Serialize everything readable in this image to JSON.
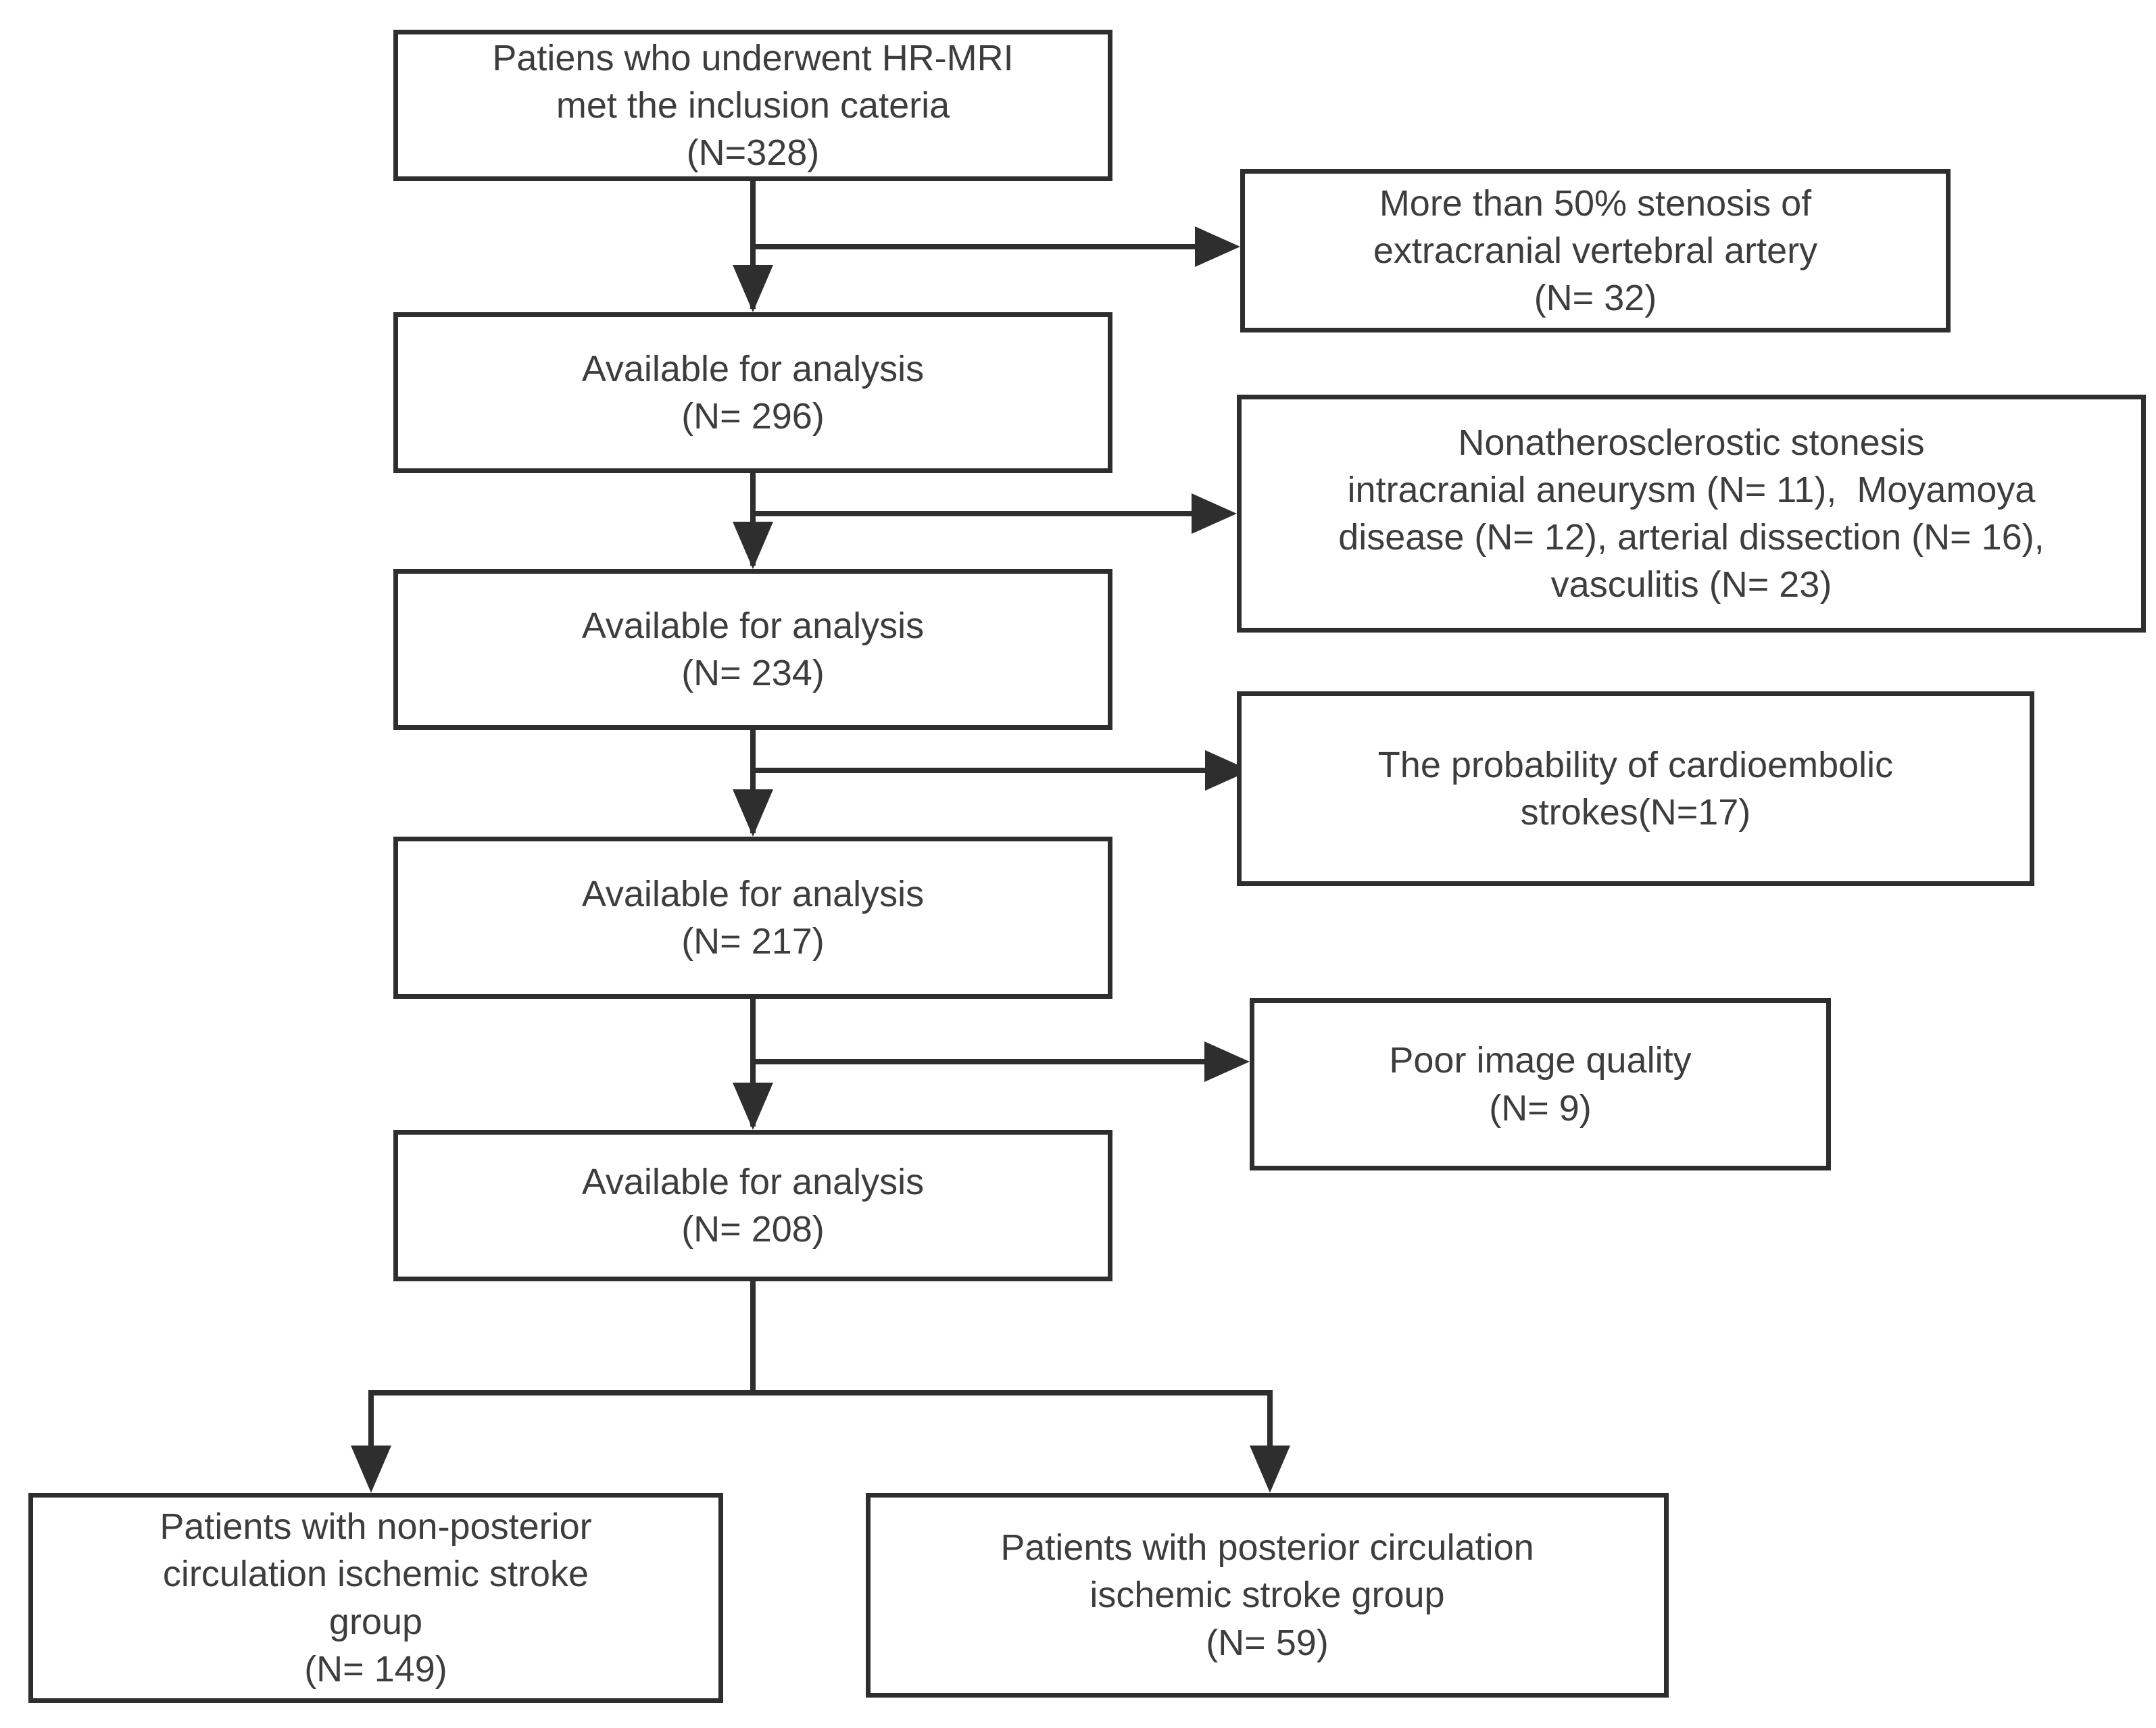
{
  "figure": {
    "type": "flowchart",
    "description": "Patient selection flow diagram for HR-MRI study"
  },
  "colors": {
    "line": "#2e2e2e",
    "box_border": "#2e2e2e",
    "text": "#3d3d3d",
    "box_background": "#ffffff"
  },
  "nodes": {
    "inclusion": {
      "text": "Patiens who underwent HR-MRI\nmet the inclusion cateria\n(N=328)",
      "n": 328
    },
    "excluded_stenosis": {
      "text": "More than 50% stenosis of\nextracranial vertebral artery\n(N= 32)",
      "n": 32
    },
    "available_296": {
      "text": "Available for analysis\n(N= 296)",
      "n": 296
    },
    "excluded_nonatherosclerotic": {
      "text": "Nonatherosclerostic stonesis\nintracranial aneurysm (N= 11),  Moyamoya\ndisease (N= 12), arterial dissection (N= 16),\nvasculitis (N= 23)",
      "n_intracranial_aneurysm": 11,
      "n_moyamoya_disease": 12,
      "n_arterial_dissection": 16,
      "n_vasculitis": 23
    },
    "available_234": {
      "text": "Available for analysis\n(N= 234)",
      "n": 234
    },
    "excluded_cardioembolic": {
      "text": "The probability of cardioembolic\nstrokes(N=17)",
      "n": 17
    },
    "available_217": {
      "text": "Available for analysis\n(N= 217)",
      "n": 217
    },
    "excluded_poor_image": {
      "text": "Poor image quality\n(N= 9)",
      "n": 9
    },
    "available_208": {
      "text": "Available for analysis\n(N= 208)",
      "n": 208
    },
    "non_posterior_group": {
      "text": "Patients with non-posterior\ncirculation ischemic stroke\ngroup\n(N= 149)",
      "n": 149
    },
    "posterior_group": {
      "text": "Patients with posterior circulation\nischemic stroke group\n(N= 59)",
      "n": 59
    }
  },
  "edges": [
    {
      "from": "inclusion",
      "to": "available_296"
    },
    {
      "from": "inclusion",
      "to": "excluded_stenosis"
    },
    {
      "from": "available_296",
      "to": "available_234"
    },
    {
      "from": "available_296",
      "to": "excluded_nonatherosclerotic"
    },
    {
      "from": "available_234",
      "to": "available_217"
    },
    {
      "from": "available_234",
      "to": "excluded_cardioembolic"
    },
    {
      "from": "available_217",
      "to": "available_208"
    },
    {
      "from": "available_217",
      "to": "excluded_poor_image"
    },
    {
      "from": "available_208",
      "to": "non_posterior_group"
    },
    {
      "from": "available_208",
      "to": "posterior_group"
    }
  ]
}
